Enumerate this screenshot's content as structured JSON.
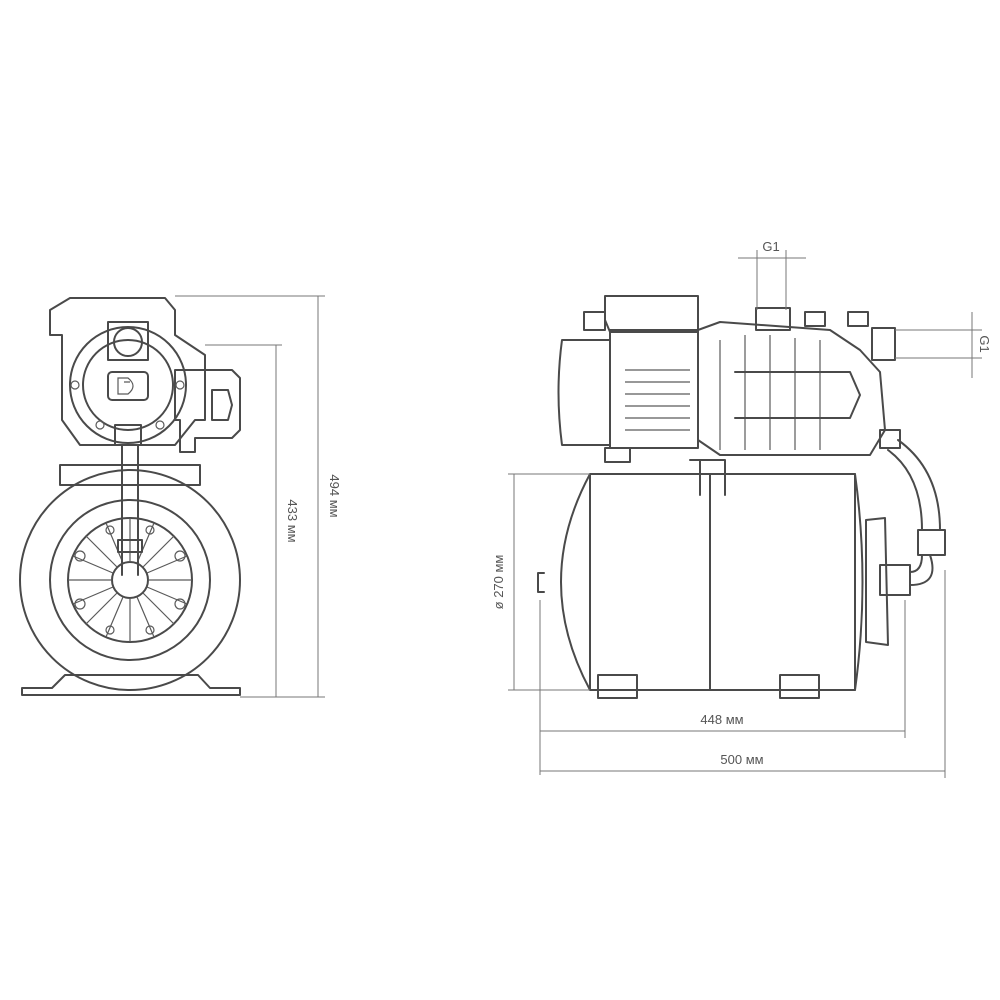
{
  "dimensions": {
    "height_total": "494 мм",
    "height_inlet": "433 мм",
    "tank_diameter": "ø 270 мм",
    "tank_length": "448 мм",
    "total_length": "500 мм",
    "thread_top": "G1",
    "thread_side": "G1"
  },
  "icons": {
    "front_view": "pump-station-front-view",
    "side_view": "pump-station-side-view"
  }
}
